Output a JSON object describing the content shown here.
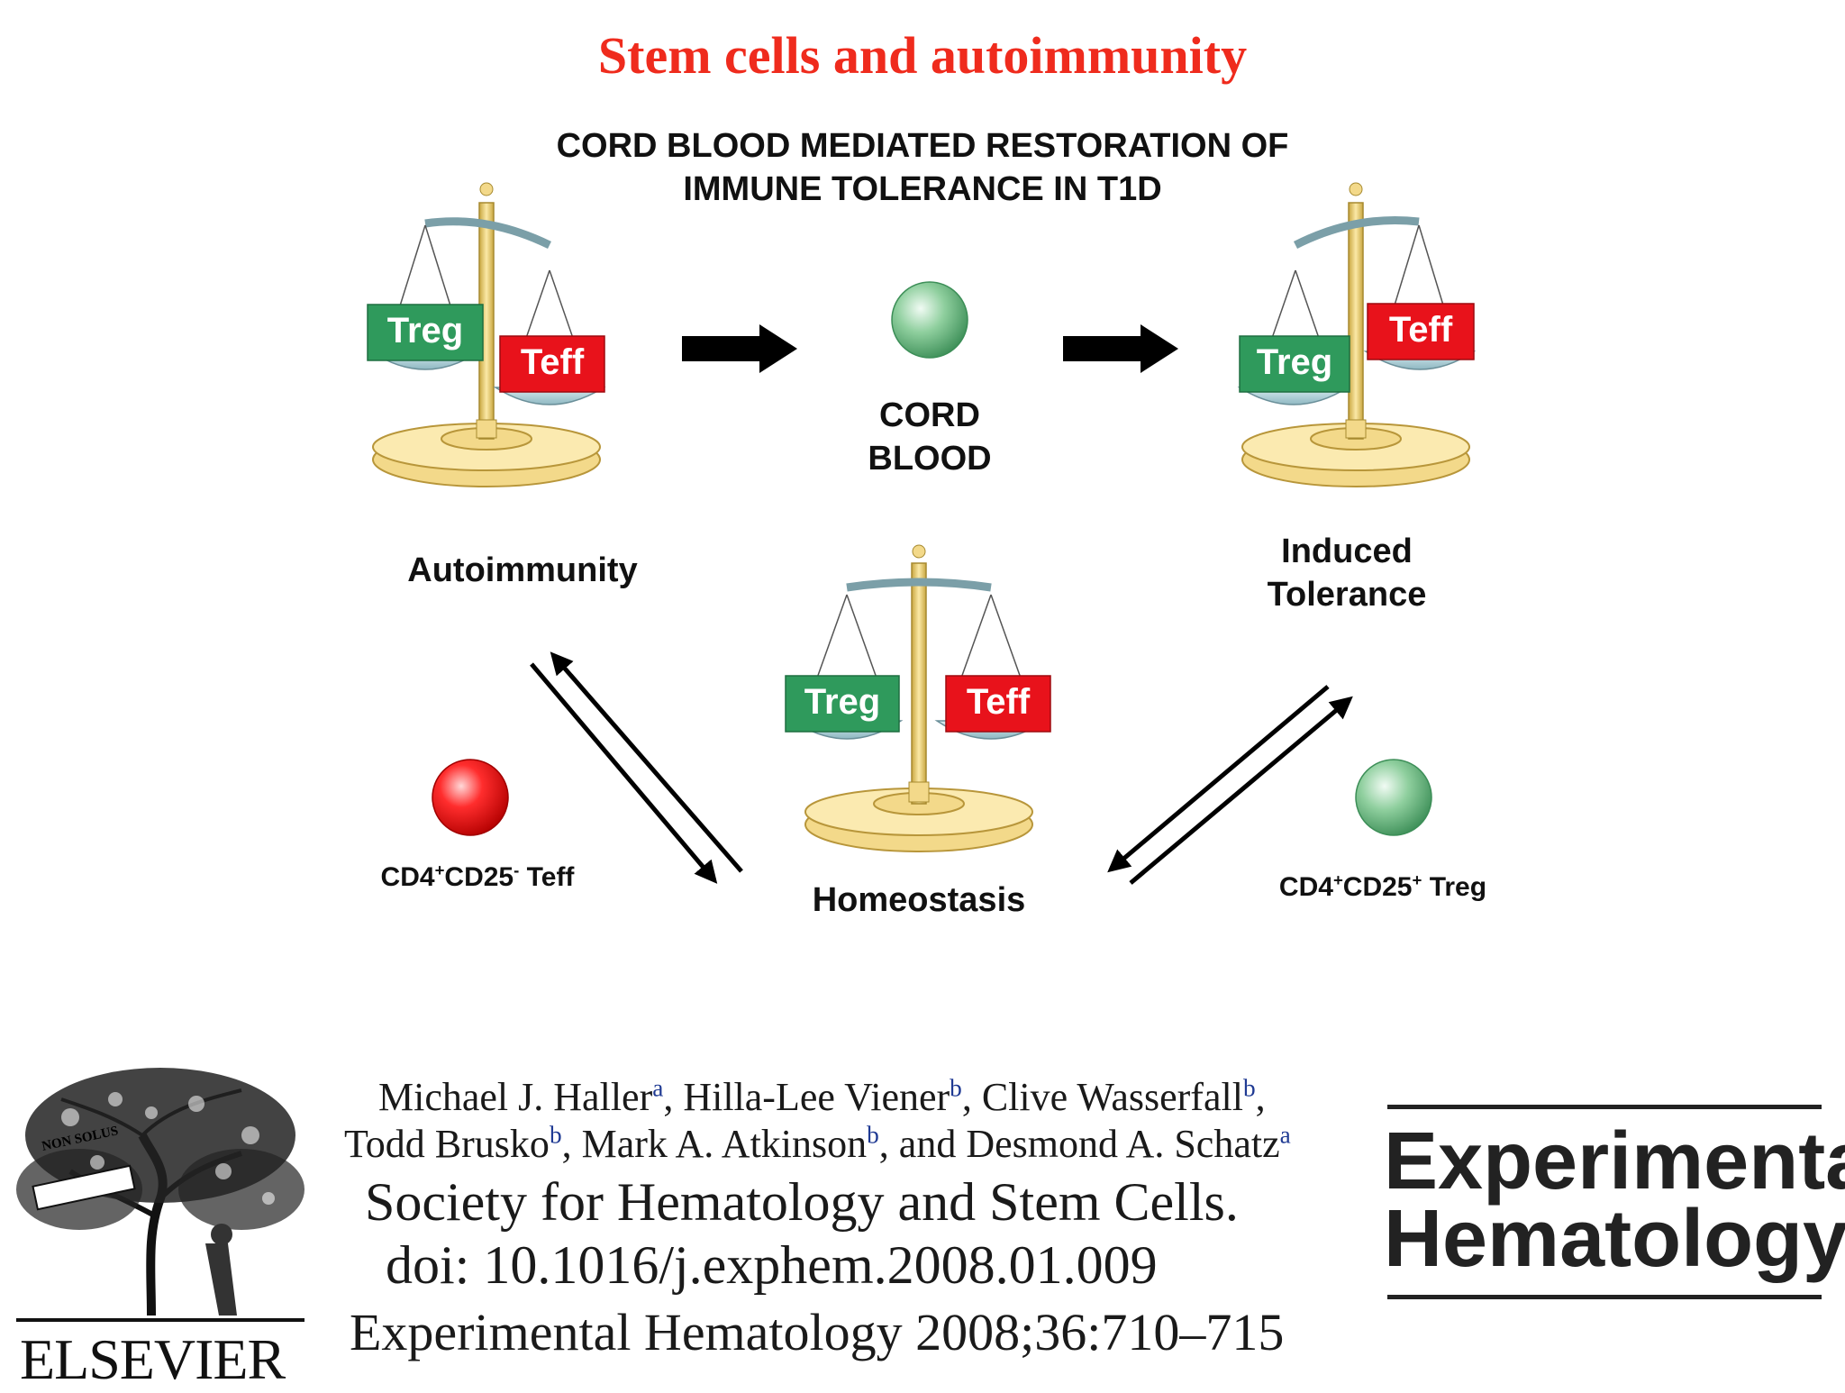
{
  "header": {
    "title": "Stem cells and autoimmunity",
    "subtitle_line1": "CORD BLOOD MEDIATED RESTORATION OF",
    "subtitle_line2": "IMMUNE TOLERANCE IN T1D"
  },
  "scales": {
    "treg_label": "Treg",
    "teff_label": "Teff"
  },
  "labels": {
    "autoimmunity": "Autoimmunity",
    "cord_blood_line1": "CORD",
    "cord_blood_line2": "BLOOD",
    "induced_tolerance_line1": "Induced",
    "induced_tolerance_line2": "Tolerance",
    "homeostasis": "Homeostasis",
    "teff_cell_prefix": "CD4",
    "teff_cell_sup1": "+",
    "teff_cell_mid": "CD25",
    "teff_cell_sup2": "-",
    "teff_cell_suffix": " Teff",
    "treg_cell_prefix": "CD4",
    "treg_cell_sup1": "+",
    "treg_cell_mid": "CD25",
    "treg_cell_sup2": "+",
    "treg_cell_suffix": " Treg"
  },
  "citation": {
    "authors": [
      {
        "name": "Michael J. Haller",
        "aff": "a",
        "sep": ", "
      },
      {
        "name": "Hilla-Lee Viener",
        "aff": "b",
        "sep": ", "
      },
      {
        "name": "Clive Wasserfall",
        "aff": "b",
        "sep": ","
      },
      {
        "name": "Todd Brusko",
        "aff": "b",
        "sep": ", "
      },
      {
        "name": "Mark A. Atkinson",
        "aff": "b",
        "sep": ", and "
      },
      {
        "name": "Desmond A. Schatz",
        "aff": "a",
        "sep": ""
      }
    ],
    "society": "Society for Hematology and Stem Cells.",
    "doi": "doi:  10.1016/j.exphem.2008.01.009",
    "journal_ref": "Experimental Hematology 2008;36:710–715"
  },
  "publisher": {
    "name": "ELSEVIER",
    "motto": "NON SOLUS"
  },
  "journal_logo": {
    "line1": "Experimental",
    "line2": "Hematology"
  },
  "colors": {
    "title": "#ef2b1d",
    "treg_green": "#2f9a5c",
    "teff_red": "#e8121b",
    "scale_gold": "#f3d98a"
  }
}
